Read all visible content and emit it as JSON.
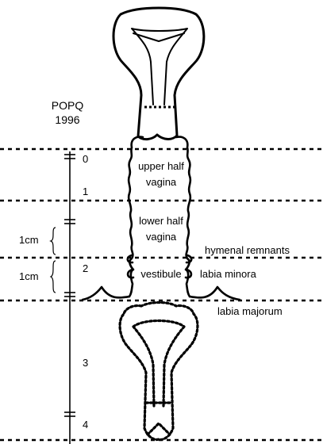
{
  "header": {
    "line1": "POPQ",
    "line2": "1996"
  },
  "stage_labels": [
    "0",
    "1",
    "2",
    "3",
    "4"
  ],
  "scale_labels": [
    "1cm",
    "1cm"
  ],
  "regions": {
    "upper_vagina_line1": "upper half",
    "upper_vagina_line2": "vagina",
    "lower_vagina_line1": "lower half",
    "lower_vagina_line2": "vagina",
    "vestibule": "vestibule"
  },
  "side_labels": {
    "hymenal_remnants": "hymenal remnants",
    "labia_minora": "labia minora",
    "labia_majorum": "labia majorum"
  },
  "colors": {
    "ink": "#000000",
    "background": "#ffffff"
  }
}
